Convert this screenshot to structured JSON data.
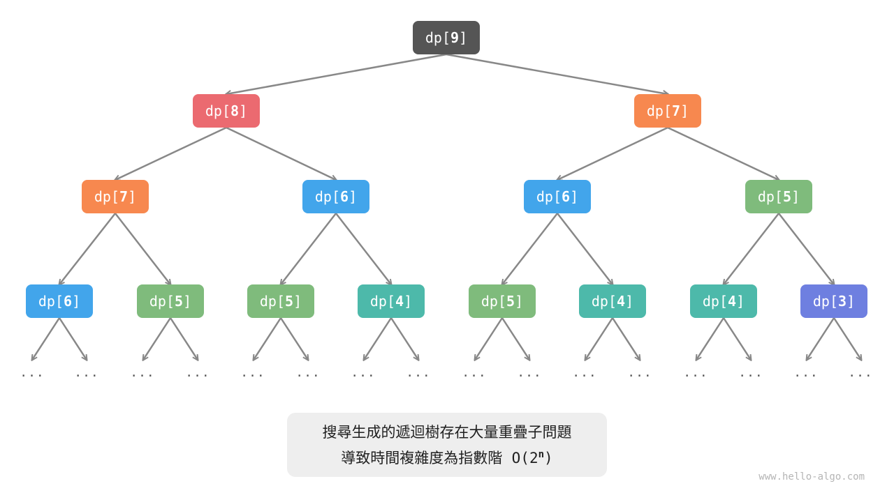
{
  "nodes": [
    {
      "id": "n9",
      "prefix": "dp[",
      "num": "9",
      "suffix": "]",
      "color": "#555555"
    },
    {
      "id": "n8",
      "prefix": "dp[",
      "num": "8",
      "suffix": "]",
      "color": "#EB6A70"
    },
    {
      "id": "n7r",
      "prefix": "dp[",
      "num": "7",
      "suffix": "]",
      "color": "#F7884F"
    },
    {
      "id": "n7l",
      "prefix": "dp[",
      "num": "7",
      "suffix": "]",
      "color": "#F7884F"
    },
    {
      "id": "n6a",
      "prefix": "dp[",
      "num": "6",
      "suffix": "]",
      "color": "#42A5EB"
    },
    {
      "id": "n6b",
      "prefix": "dp[",
      "num": "6",
      "suffix": "]",
      "color": "#42A5EB"
    },
    {
      "id": "n5a",
      "prefix": "dp[",
      "num": "5",
      "suffix": "]",
      "color": "#7FBB7C"
    },
    {
      "id": "l6",
      "prefix": "dp[",
      "num": "6",
      "suffix": "]",
      "color": "#42A5EB"
    },
    {
      "id": "l5a",
      "prefix": "dp[",
      "num": "5",
      "suffix": "]",
      "color": "#7FBB7C"
    },
    {
      "id": "l5b",
      "prefix": "dp[",
      "num": "5",
      "suffix": "]",
      "color": "#7FBB7C"
    },
    {
      "id": "l4a",
      "prefix": "dp[",
      "num": "4",
      "suffix": "]",
      "color": "#4DB9AA"
    },
    {
      "id": "l5c",
      "prefix": "dp[",
      "num": "5",
      "suffix": "]",
      "color": "#7FBB7C"
    },
    {
      "id": "l4b",
      "prefix": "dp[",
      "num": "4",
      "suffix": "]",
      "color": "#4DB9AA"
    },
    {
      "id": "l4c",
      "prefix": "dp[",
      "num": "4",
      "suffix": "]",
      "color": "#4DB9AA"
    },
    {
      "id": "l3",
      "prefix": "dp[",
      "num": "3",
      "suffix": "]",
      "color": "#6E7FE0"
    }
  ],
  "ellipsis": "...",
  "caption": {
    "line1": "搜尋生成的遞迴樹存在大量重疊子問題",
    "line2": "導致時間複雜度為指數階",
    "complexity_prefix": "O(2",
    "complexity_exp": "n",
    "complexity_suffix": ")"
  },
  "watermark": "www.hello-algo.com",
  "colors": {
    "edge": "#888888",
    "caption_bg": "#EEEEEE"
  }
}
